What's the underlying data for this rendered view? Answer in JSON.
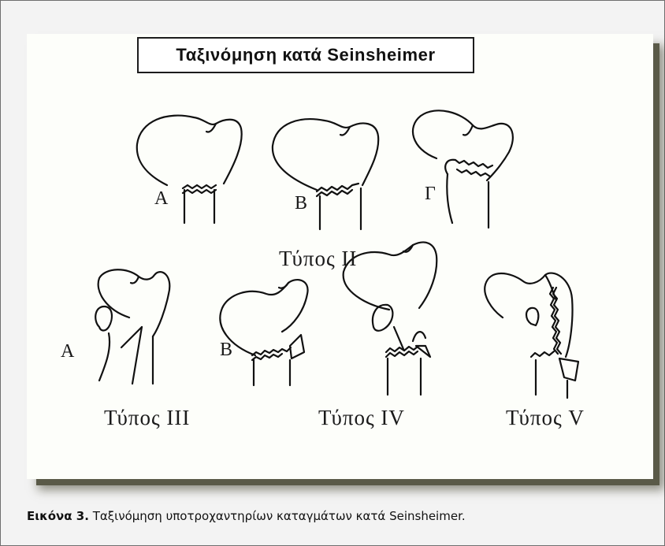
{
  "figure": {
    "title": "Ταξινόμηση  κατά Seinsheimer",
    "type_ii_letters": [
      "A",
      "B",
      "Γ"
    ],
    "type_ii_label": "Τύπος II",
    "type_iii_letters": [
      "A",
      "B"
    ],
    "type_iii_label": "Τύπος III",
    "type_iv_label": "Τύπος IV",
    "type_v_label": "Τύπος V"
  },
  "caption": {
    "lead": "Εικόνα 3.",
    "text": " Ταξινόμηση υποτροχαντηρίων καταγμάτων κατά Seinsheimer."
  }
}
